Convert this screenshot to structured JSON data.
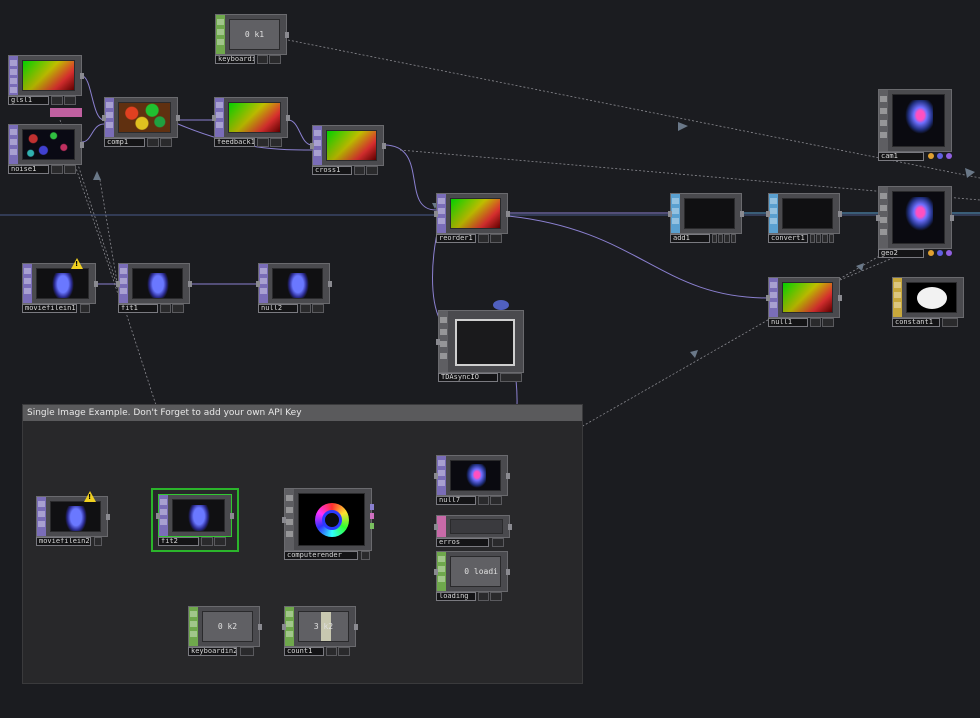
{
  "annotation": {
    "title": "Single Image Example. Don't Forget to add your own API Key"
  },
  "nodes": {
    "keyboardin1": {
      "label": "keyboardin1",
      "value": "0 k1"
    },
    "glsl1": {
      "label": "glsl1"
    },
    "noise1": {
      "label": "noise1"
    },
    "comp1": {
      "label": "comp1"
    },
    "feedback1": {
      "label": "feedback1"
    },
    "cross1": {
      "label": "cross1"
    },
    "reorder1": {
      "label": "reorder1"
    },
    "add1": {
      "label": "add1"
    },
    "convert1": {
      "label": "convert1"
    },
    "cam1": {
      "label": "cam1"
    },
    "geo2": {
      "label": "geo2"
    },
    "constant1": {
      "label": "constant1"
    },
    "null1": {
      "label": "null1"
    },
    "moviefilein1": {
      "label": "moviefilein1"
    },
    "fit1": {
      "label": "fit1"
    },
    "null2": {
      "label": "null2"
    },
    "tdasyncio": {
      "label": "TDAsyncIO"
    },
    "moviefilein2": {
      "label": "moviefilein2"
    },
    "fit2": {
      "label": "fit2"
    },
    "computerender": {
      "label": "computerender"
    },
    "null7": {
      "label": "null7"
    },
    "erros": {
      "label": "erros"
    },
    "loading": {
      "label": "loading",
      "value": "0 loadi"
    },
    "keyboardin2": {
      "label": "keyboardin2",
      "value": "0 k2"
    },
    "count1": {
      "label": "count1",
      "value": "3 k2"
    }
  },
  "warnings": {
    "symbol": "!"
  },
  "colors": {
    "background": "#1b1c20",
    "top": "#7a6db8",
    "chop": "#6fa84c",
    "sop": "#5aa0d0",
    "mat": "#c8a83c",
    "selected": "#2bb52b"
  }
}
